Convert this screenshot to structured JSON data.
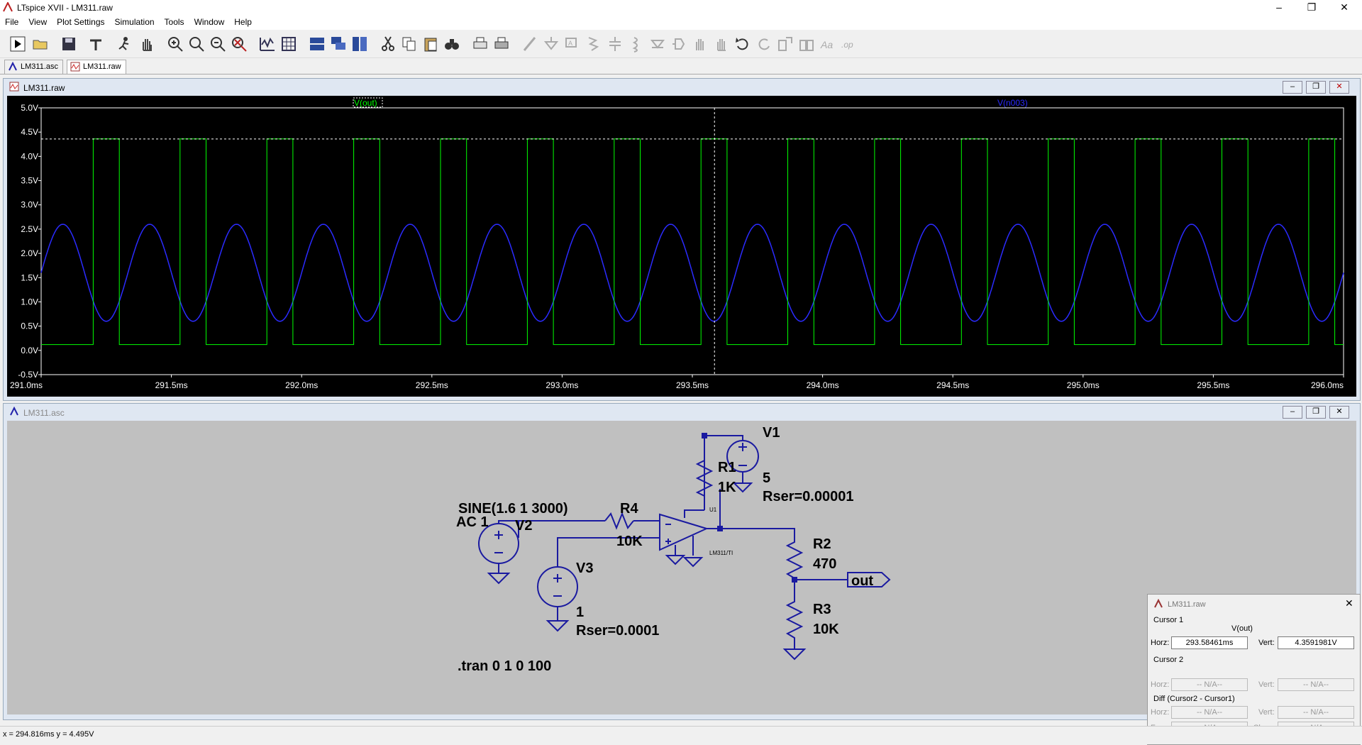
{
  "window": {
    "title": "LTspice XVII - LM311.raw"
  },
  "menu": [
    "File",
    "View",
    "Plot Settings",
    "Simulation",
    "Tools",
    "Window",
    "Help"
  ],
  "tabs": [
    {
      "label": "LM311.asc"
    },
    {
      "label": "LM311.raw"
    }
  ],
  "plot_window": {
    "title": "LM311.raw",
    "trace_labels": [
      "V(out)",
      "V(n003)"
    ],
    "colors": {
      "vout": "#00ff00",
      "vn003": "#2b2bff"
    },
    "y_ticks": [
      "5.0V",
      "4.5V",
      "4.0V",
      "3.5V",
      "3.0V",
      "2.5V",
      "2.0V",
      "1.5V",
      "1.0V",
      "0.5V",
      "0.0V",
      "-0.5V"
    ],
    "x_ticks": [
      "291.0ms",
      "291.5ms",
      "292.0ms",
      "292.5ms",
      "293.0ms",
      "293.5ms",
      "294.0ms",
      "294.5ms",
      "295.0ms",
      "295.5ms",
      "296.0ms"
    ]
  },
  "chart_data": {
    "type": "line",
    "title": "",
    "xlim": [
      291.0,
      296.0
    ],
    "ylim": [
      -0.5,
      5.0
    ],
    "xunit": "ms",
    "yunit": "V",
    "cursor_x": 293.585,
    "cursor_y": 4.359,
    "series": [
      {
        "name": "V(out)",
        "kind": "square",
        "low": 0.12,
        "high": 4.36,
        "period": 0.3333,
        "phase_high_start": 291.2,
        "high_duration": 0.1
      },
      {
        "name": "V(n003)",
        "kind": "sine",
        "offset": 1.6,
        "amplitude": 1.0,
        "frequency_khz": 3.0,
        "phase_ref": 291.0
      }
    ]
  },
  "schematic_window": {
    "title": "LM311.asc",
    "labels": {
      "v1": "V1",
      "v1_val": "5",
      "v1_rser": "Rser=0.00001",
      "r1": "R1",
      "r1_val": "1K",
      "r4": "R4",
      "r4_val": "10K",
      "v2": "V2",
      "v2_sine": "SINE(1.6 1 3000)",
      "v2_ac": "AC 1",
      "v3": "V3",
      "v3_val": "1",
      "v3_rser": "Rser=0.0001",
      "u1": "U1",
      "u1_model": "LM311/TI",
      "r2": "R2",
      "r2_val": "470",
      "r3": "R3",
      "r3_val": "10K",
      "out": "out",
      "tran": ".tran 0 1 0 100"
    }
  },
  "cursor_panel": {
    "title": "LM311.raw",
    "cursor1_label": "Cursor 1",
    "trace": "V(out)",
    "horz_label": "Horz:",
    "horz_value": "293.58461ms",
    "vert_label": "Vert:",
    "vert_value": "4.3591981V",
    "cursor2_label": "Cursor 2",
    "na": "-- N/A--",
    "diff_label": "Diff (Cursor2 - Cursor1)",
    "freq_label": "Freq:",
    "slope_label": "Slope:"
  },
  "status": {
    "text": "x = 294.816ms    y = 4.495V"
  }
}
